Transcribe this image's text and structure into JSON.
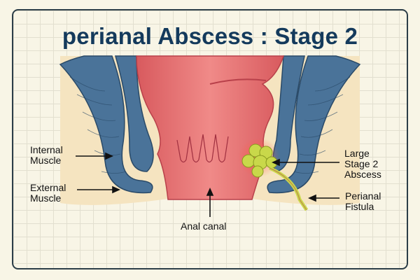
{
  "title": "perianal Abscess : Stage 2",
  "labels": {
    "internal_muscle": [
      "Internal",
      "Muscle"
    ],
    "external_muscle": [
      "External",
      "Muscle"
    ],
    "anal_canal": "Anal canal",
    "abscess": [
      "Large",
      "Stage 2",
      "Abscess"
    ],
    "fistula": [
      "Perianal",
      "Fistula"
    ]
  },
  "colors": {
    "title": "#143a5c",
    "muscle": "#4a7399",
    "muscle_stroke": "#2a4a68",
    "tissue": "#e46c6c",
    "tissue_light": "#f4a09a",
    "fat": "#f5e4c0",
    "abscess": "#c9d84a",
    "background": "#f8f5e6"
  }
}
